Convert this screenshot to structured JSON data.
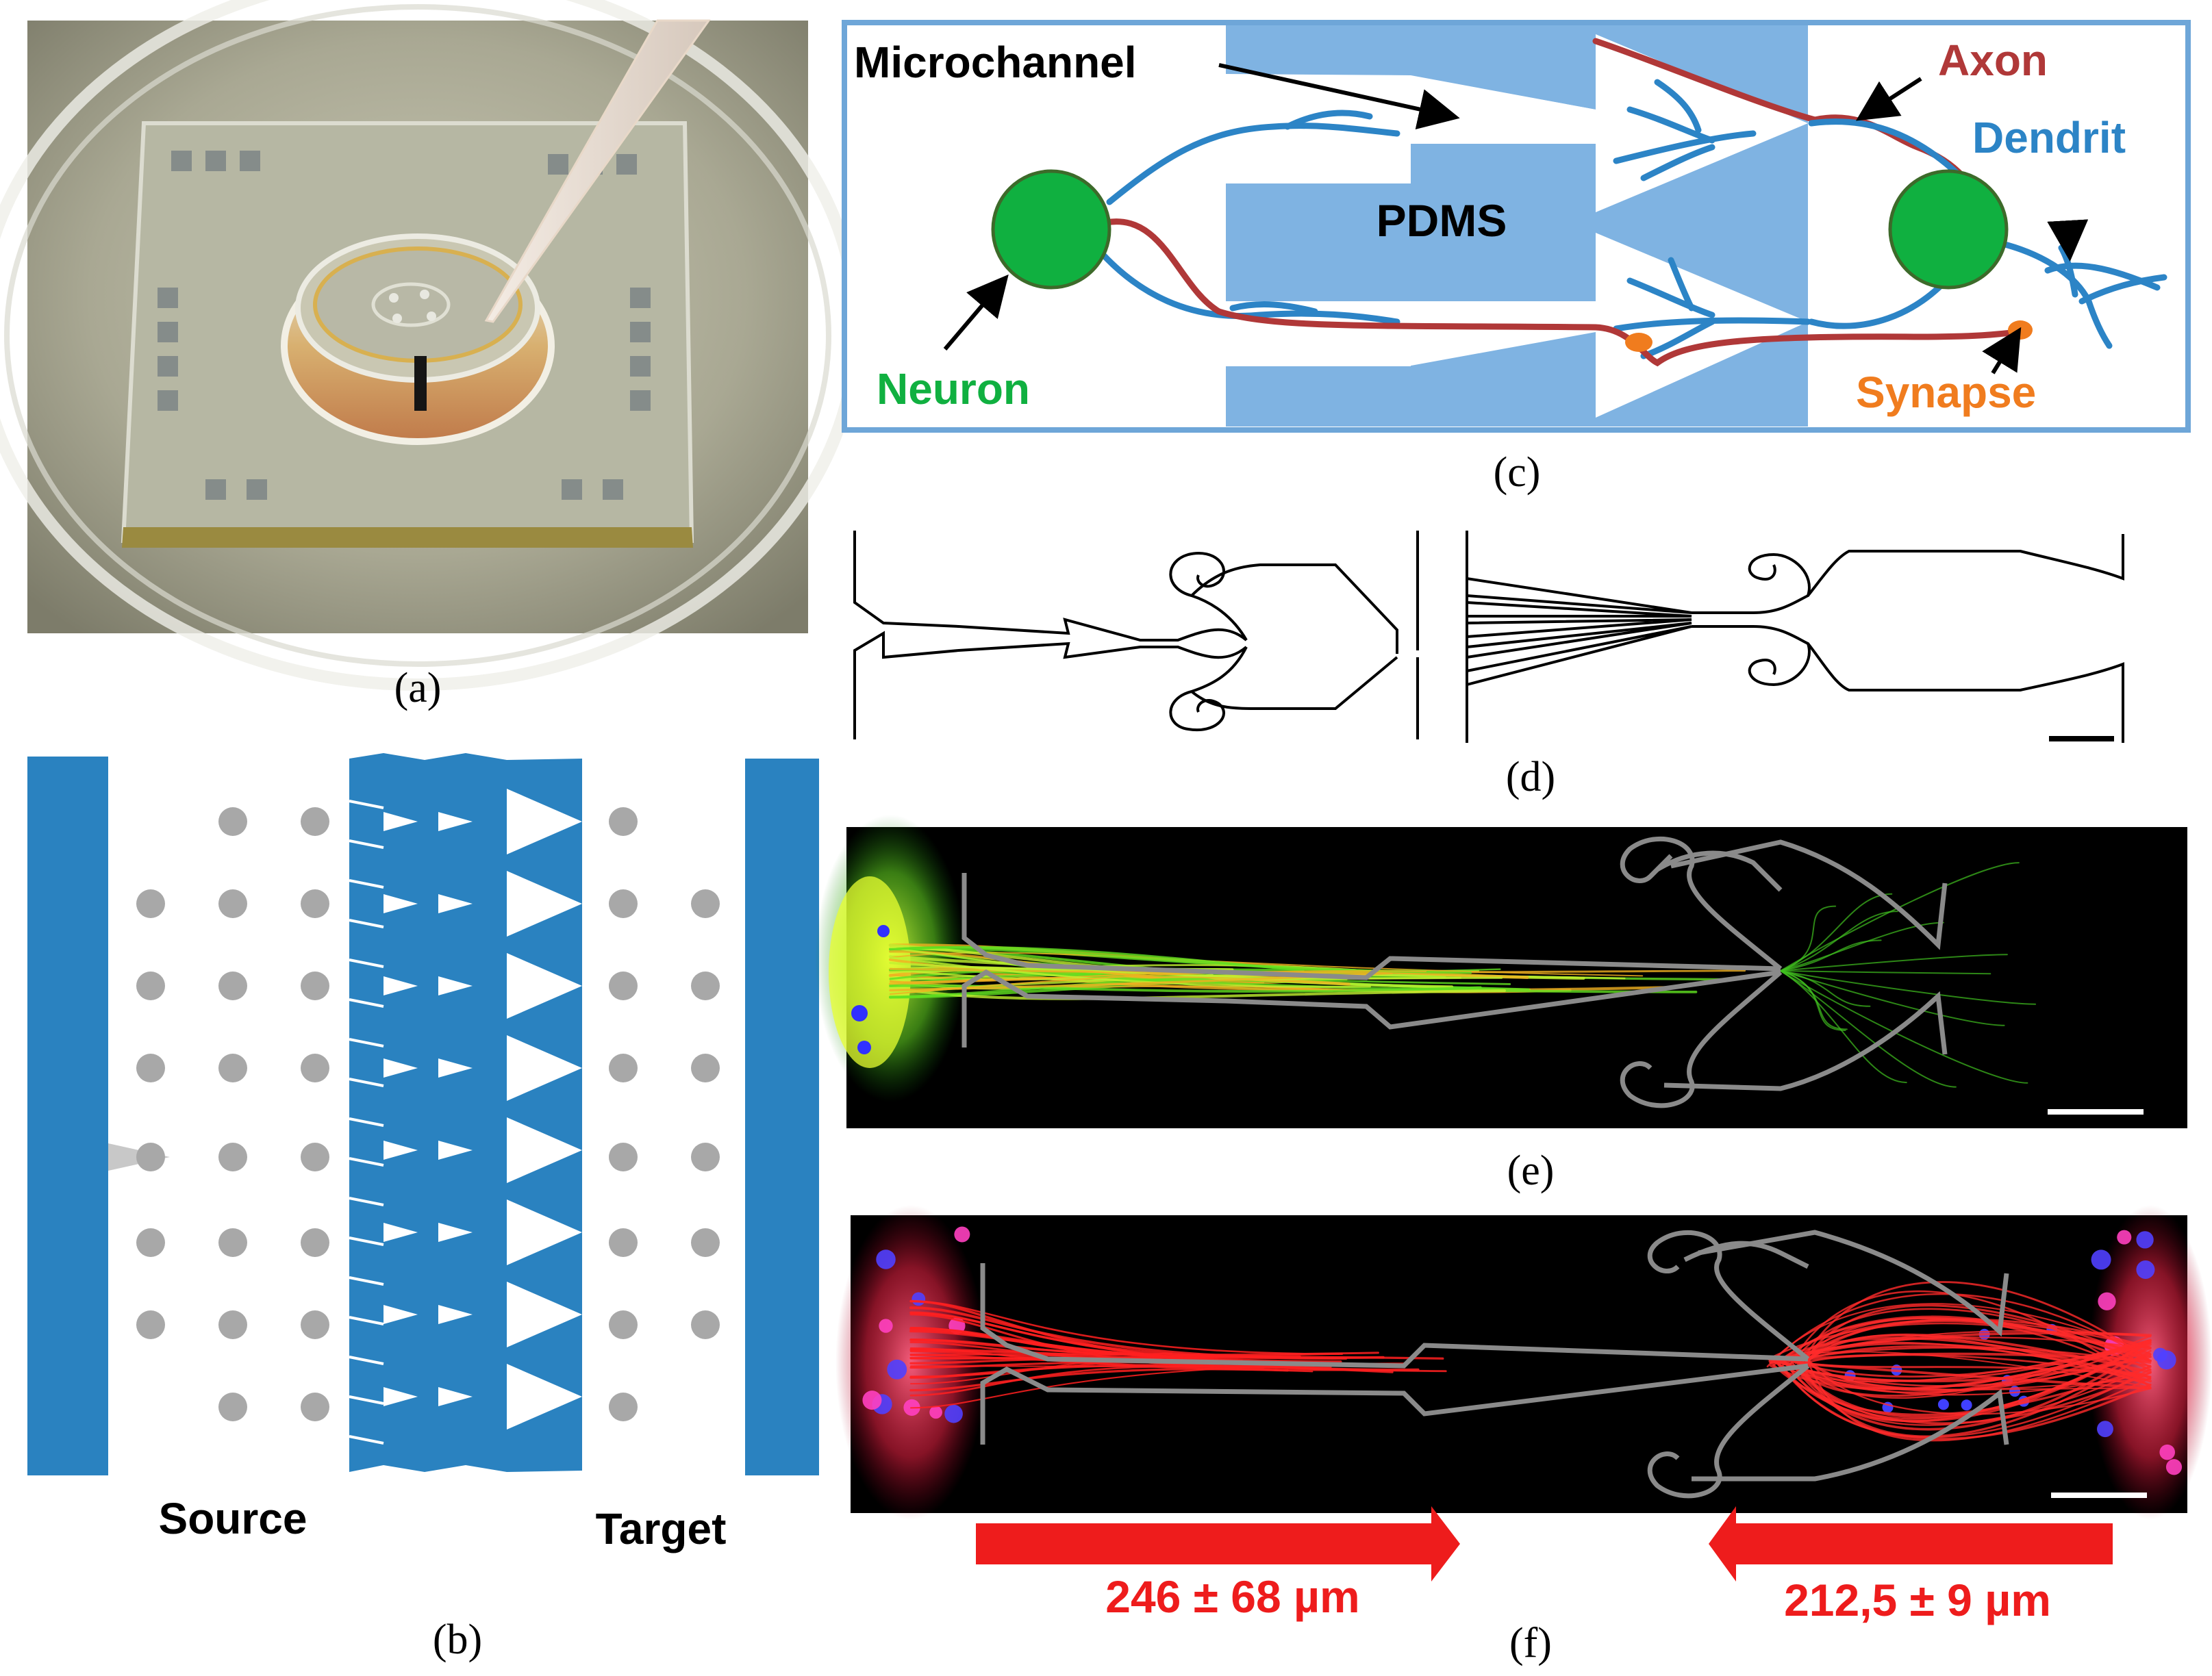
{
  "panels": {
    "a": {
      "label": "(a)"
    },
    "b": {
      "label": "(b)",
      "source_label": "Source",
      "target_label": "Target"
    },
    "c": {
      "label": "(c)",
      "microchannel_label": "Microchannel",
      "pdms_label": "PDMS",
      "axon_label": "Axon",
      "dendrit_label": "Dendrit",
      "neuron_label": "Neuron",
      "synapse_label": "Synapse"
    },
    "d": {
      "label": "(d)"
    },
    "e": {
      "label": "(e)"
    },
    "f": {
      "label": "(f)",
      "measure_left": "246 ± 68 µm",
      "measure_right": "212,5 ± 9 µm"
    }
  },
  "colors": {
    "blue_chip": "#2a82c0",
    "blue_light": "#7fb3e2",
    "neuron_green": "#10b040",
    "axon_red": "#b03838",
    "dendrite_blue": "#2c84c6",
    "synapse_orange": "#f07c1e",
    "arrow_red": "#ee1c1c",
    "pillar_gray": "#a8a8a8"
  }
}
